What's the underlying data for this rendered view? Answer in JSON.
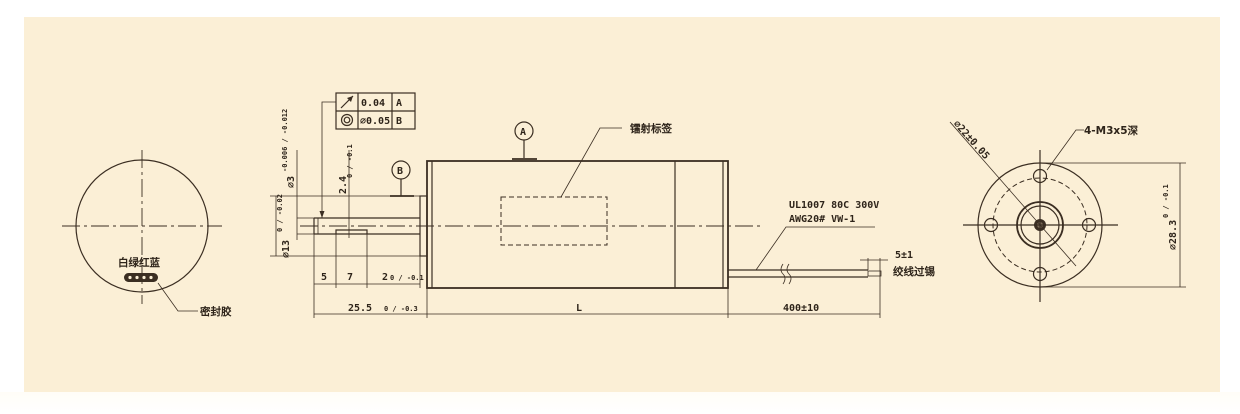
{
  "drawing": {
    "background_color": "#fbefd6",
    "line_color": "#3b2e22",
    "left_view": {
      "wire_colors_label": "白绿红蓝",
      "seal_label": "密封胶"
    },
    "side_view": {
      "tolerance_frame": {
        "row1": {
          "symbol": "circular-runout",
          "value": "0.04",
          "datum": "A"
        },
        "row2": {
          "symbol": "concentricity",
          "value": "⌀0.05",
          "datum": "B"
        }
      },
      "datum_a": "A",
      "datum_b": "B",
      "label_note": "镭射标签",
      "shaft_diameter": "⌀3",
      "shaft_diameter_tol": "-0.006 / -0.012",
      "flat_depth": "2.4",
      "flat_depth_tol": "0 / -0.1",
      "boss_diameter": "⌀13",
      "boss_diameter_tol": "0 / -0.02",
      "dim_5": "5",
      "dim_7": "7",
      "dim_boss_len": "2",
      "dim_boss_len_tol": "0 / -0.1",
      "dim_shaft_len": "25.5",
      "dim_shaft_len_tol": "0 / -0.3",
      "dim_body": "L",
      "cable_spec_line1": "UL1007 80C 300V",
      "cable_spec_line2": "AWG20# VW-1",
      "strip_len": "5±1",
      "strip_note": "绞线过锡",
      "cable_len": "400±10"
    },
    "end_view": {
      "pcd": "⌀22±0.05",
      "holes": "4-M3x5深",
      "outer_diameter": "⌀28.3",
      "outer_diameter_tol": "0 / -0.1"
    }
  }
}
